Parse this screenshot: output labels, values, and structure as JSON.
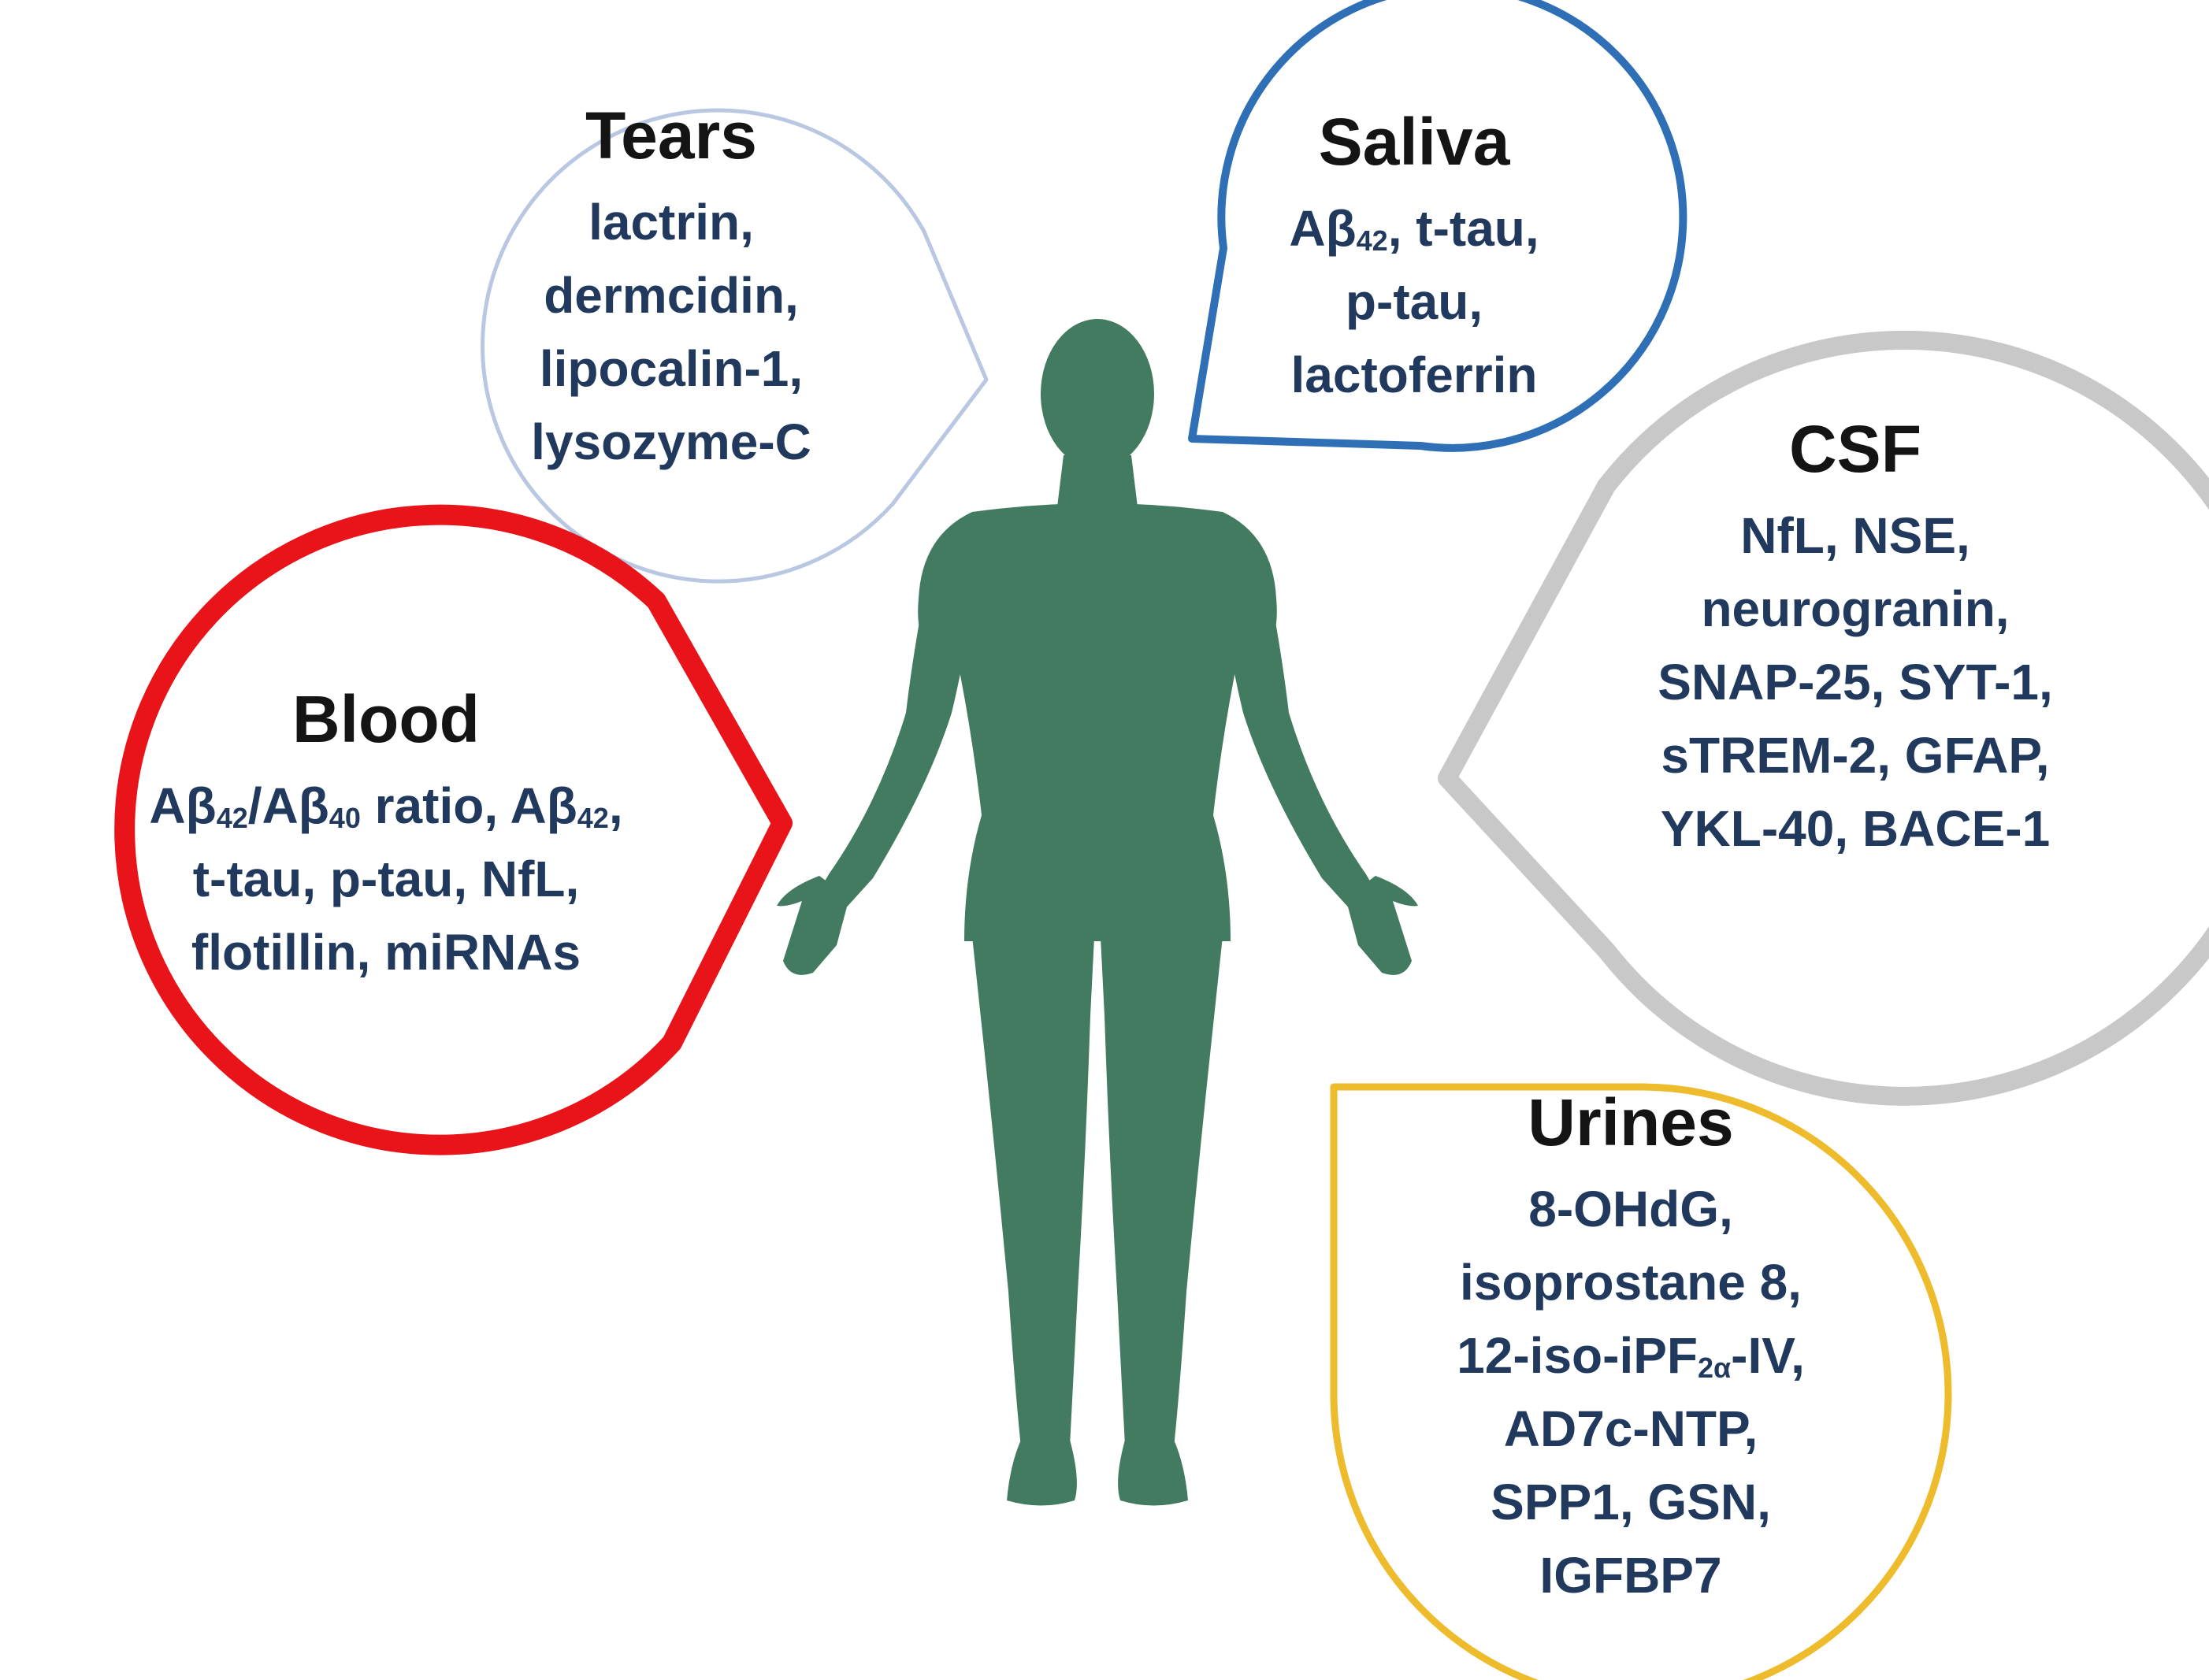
{
  "colors": {
    "figure": "#427b61",
    "text_title": "#141414",
    "text_item": "#22395e",
    "tears": "#b9c7e2",
    "saliva": "#2f6fb5",
    "csf": "#c8c8c8",
    "blood": "#e8141a",
    "urines": "#eebb2c"
  },
  "icons": {
    "figure": "human-body-silhouette-icon"
  },
  "bubbles": {
    "tears": {
      "title": "Tears",
      "lines": [
        [
          {
            "t": "lactrin,"
          }
        ],
        [
          {
            "t": "dermcidin,"
          }
        ],
        [
          {
            "t": "lipocalin-1,"
          }
        ],
        [
          {
            "t": "lysozyme-C"
          }
        ]
      ]
    },
    "saliva": {
      "title": "Saliva",
      "lines": [
        [
          {
            "t": "Aβ"
          },
          {
            "sub": "42"
          },
          {
            "t": ", t-tau,"
          }
        ],
        [
          {
            "t": "p-tau,"
          }
        ],
        [
          {
            "t": "lactoferrin"
          }
        ]
      ]
    },
    "csf": {
      "title": "CSF",
      "lines": [
        [
          {
            "t": "NfL, NSE,"
          }
        ],
        [
          {
            "t": "neurogranin,"
          }
        ],
        [
          {
            "t": "SNAP-25, SYT-1,"
          }
        ],
        [
          {
            "t": "sTREM-2, GFAP,"
          }
        ],
        [
          {
            "t": "YKL-40, BACE-1"
          }
        ]
      ]
    },
    "blood": {
      "title": "Blood",
      "lines": [
        [
          {
            "t": "Aβ"
          },
          {
            "sub": "42"
          },
          {
            "t": "/Aβ"
          },
          {
            "sub": "40"
          },
          {
            "t": " ratio, Aβ"
          },
          {
            "sub": "42"
          },
          {
            "t": ","
          }
        ],
        [
          {
            "t": "t-tau, p-tau, NfL,"
          }
        ],
        [
          {
            "t": "flotillin, miRNAs"
          }
        ]
      ]
    },
    "urines": {
      "title": "Urines",
      "lines": [
        [
          {
            "t": "8-OHdG,"
          }
        ],
        [
          {
            "t": "isoprostane 8,"
          }
        ],
        [
          {
            "t": "12-iso-iPF"
          },
          {
            "sub": "2α"
          },
          {
            "t": "-IV,"
          }
        ],
        [
          {
            "t": "AD7c-NTP,"
          }
        ],
        [
          {
            "t": "SPP1, GSN,"
          }
        ],
        [
          {
            "t": "IGFBP7"
          }
        ]
      ]
    }
  }
}
